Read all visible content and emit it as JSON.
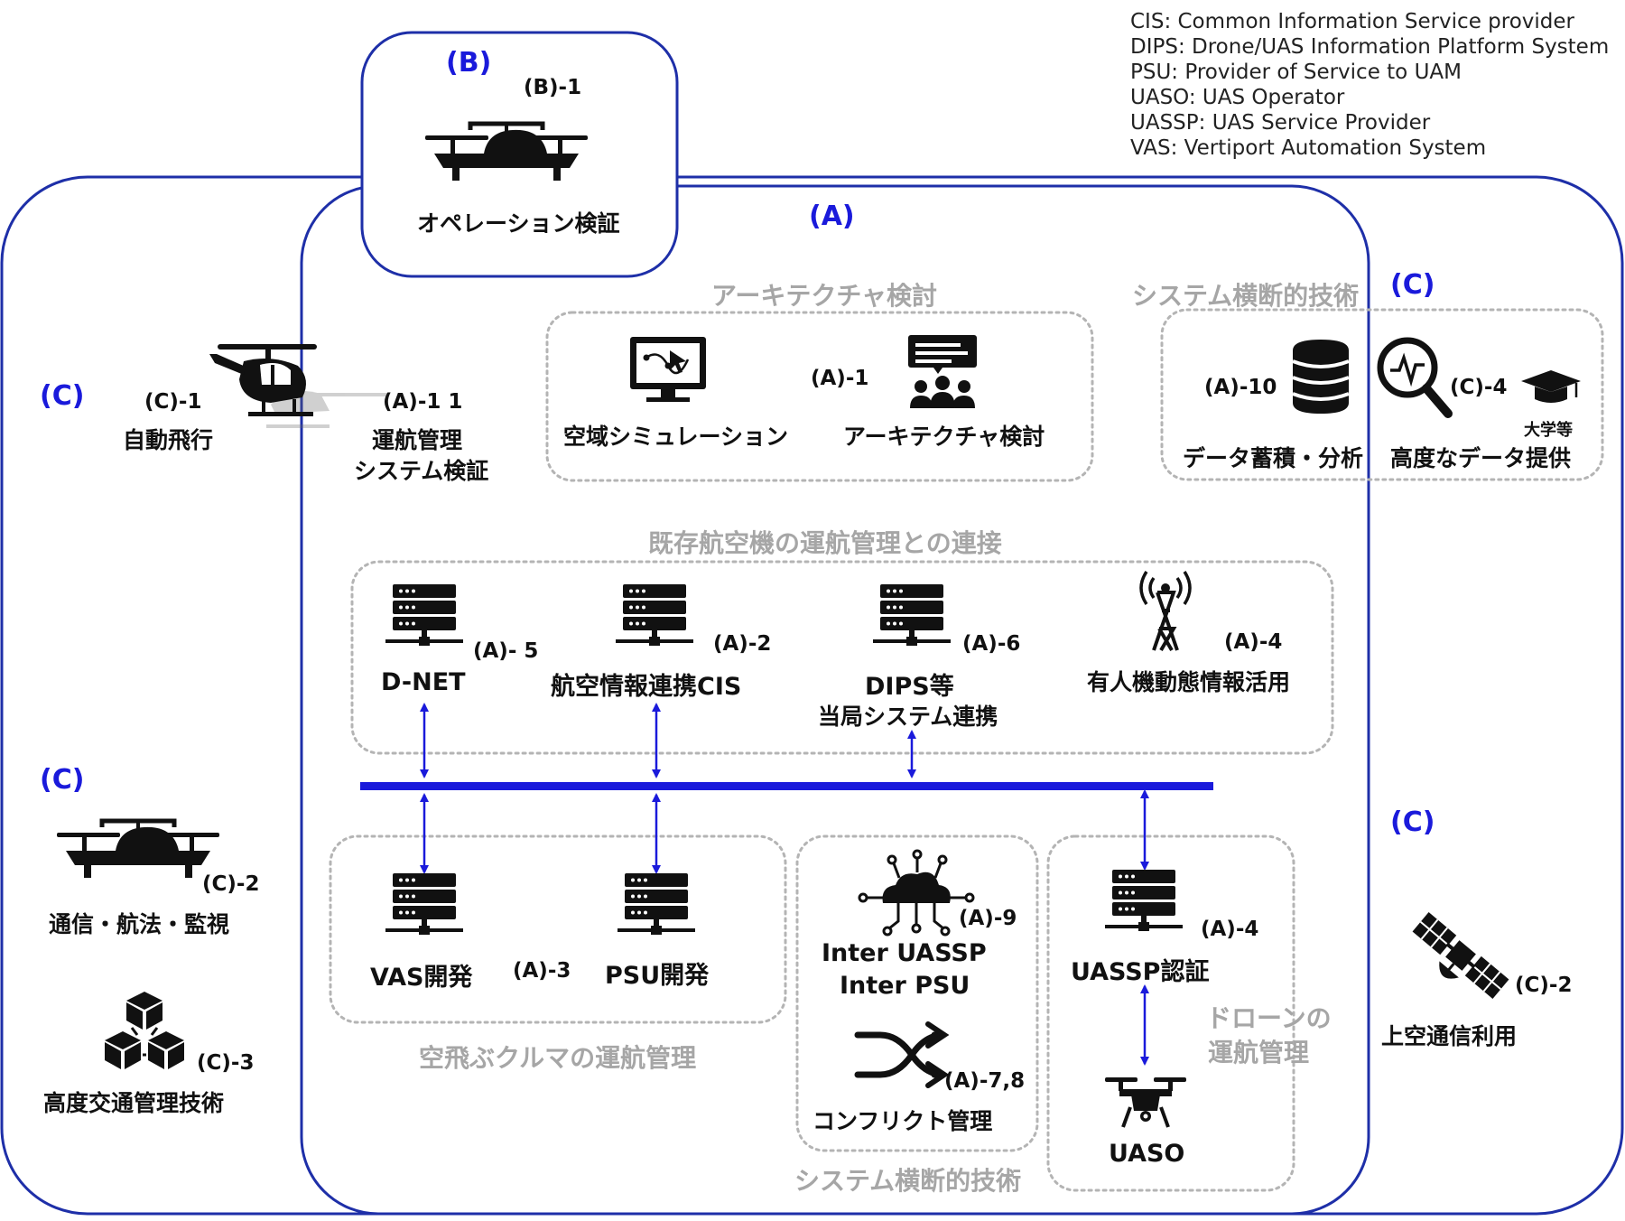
{
  "legend": [
    "CIS: Common Information Service provider",
    "DIPS: Drone/UAS Information Platform System",
    "PSU: Provider of Service to UAM",
    "UASO: UAS Operator",
    "UASSP: UAS Service Provider",
    "VAS: Vertiport Automation System"
  ],
  "zones": {
    "b_label": "(B)",
    "a_label": "(A)",
    "c_left_top": "(C)",
    "c_left_mid": "(C)",
    "c_right_top": "(C)",
    "c_right_mid": "(C)"
  },
  "b_box": {
    "code": "(B)-1",
    "title": "オペレーション検証"
  },
  "left": {
    "c1_code": "(C)-1",
    "c1_title": "自動飛行",
    "a11_code": "(A)-1 1",
    "a11_title_1": "運航管理",
    "a11_title_2": "システム検証",
    "c2_code": "(C)-2",
    "c2_title": "通信・航法・監視",
    "c3_code": "(C)-3",
    "c3_title": "高度交通管理技術"
  },
  "architecture": {
    "heading": "アーキテクチャ検討",
    "code": "(A)-1",
    "sim": "空域シミュレーション",
    "arch": "アーキテクチャ検討"
  },
  "cross_top": {
    "heading": "システム横断的技術",
    "a10_code": "(A)-10",
    "a10_title": "データ蓄積・分析",
    "c4_code": "(C)-4",
    "c4_sub": "大学等",
    "c4_title": "高度なデータ提供"
  },
  "existing": {
    "heading": "既存航空機の運航管理との連接",
    "dnet_code": "(A)- 5",
    "dnet_title": "D-NET",
    "cis_code": "(A)-2",
    "cis_title": "航空情報連携CIS",
    "dips_code": "(A)-6",
    "dips_title_1": "DIPS等",
    "dips_title_2": "当局システム連携",
    "manned_code": "(A)-4",
    "manned_title": "有人機動態情報活用"
  },
  "uam": {
    "heading": "空飛ぶクルマの運航管理",
    "vas_title": "VAS開発",
    "code": "(A)-3",
    "psu_title": "PSU開発"
  },
  "cross_bottom": {
    "heading": "システム横断的技術",
    "a9_code": "(A)-9",
    "inter_1": "Inter UASSP",
    "inter_2": "Inter PSU",
    "a78_code": "(A)-7,8",
    "conflict": "コンフリクト管理"
  },
  "drone": {
    "heading_1": "ドローンの",
    "heading_2": "運航管理",
    "code": "(A)-4",
    "uassp": "UASSP認証",
    "uaso": "UASO"
  },
  "right": {
    "c2_code": "(C)-2",
    "c2_title": "上空通信利用"
  },
  "colors": {
    "accent": "#1a1adb",
    "frame": "#1e2fa8",
    "dotted": "#b4b4b4",
    "heading_gray": "#a6a6a6"
  },
  "icons": [
    "drone-icon",
    "helicopter-icon",
    "monitor-icon",
    "people-icon",
    "database-icon",
    "search-chart-icon",
    "graduation-cap-icon",
    "server-icon",
    "antenna-tower-icon",
    "cloud-network-icon",
    "shuffle-icon",
    "quadcopter-icon",
    "satellite-icon",
    "blocks-icon"
  ]
}
